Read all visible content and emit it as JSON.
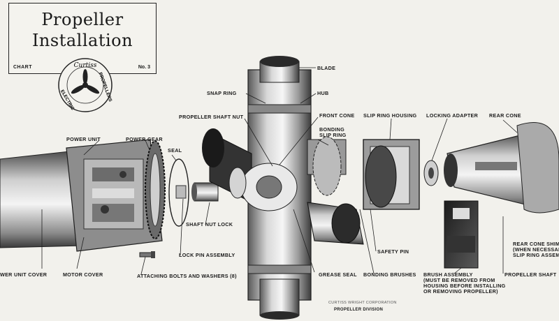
{
  "title": {
    "line1": "Propeller",
    "line2": "Installation",
    "chart_label": "CHART",
    "chart_number": "No. 3"
  },
  "logo": {
    "script_text": "Curtiss",
    "ring_text_left": "ELECTRIC",
    "ring_text_right": "PROPELLERS"
  },
  "labels": {
    "blade": "BLADE",
    "snap_ring": "SNAP RING",
    "hub": "HUB",
    "propeller_shaft_nut": "PROPELLER SHAFT NUT",
    "front_cone": "FRONT CONE",
    "bonding_slip_ring": "BONDING\nSLIP RING",
    "slip_ring_housing": "SLIP RING HOUSING",
    "locking_adapter": "LOCKING ADAPTER",
    "rear_cone": "REAR CONE",
    "power_unit": "POWER UNIT",
    "power_gear": "POWER GEAR",
    "seal": "SEAL",
    "shaft_nut_lock": "SHAFT NUT LOCK",
    "lock_pin_assembly": "LOCK PIN ASSEMBLY",
    "safety_pin": "SAFETY PIN",
    "power_unit_cover": "WER UNIT COVER",
    "motor_cover": "MOTOR COVER",
    "attaching_bolts": "ATTACHING BOLTS AND WASHERS (8)",
    "grease_seal": "GREASE SEAL",
    "bonding_brushes": "BONDING BRUSHES",
    "brush_assembly": "BRUSH ASSEMBLY\n(MUST BE REMOVED FROM\nHOUSING BEFORE INSTALLING\nOR REMOVING PROPELLER)",
    "propeller_shaft": "PROPELLER SHAFT",
    "rear_cone_shim": "REAR CONE SHIM\n(WHEN NECESSARY IN\nSLIP RING ASSEMBLY)"
  },
  "credit": {
    "line1": "CURTISS WRIGHT CORPORATION",
    "line2": "PROPELLER DIVISION"
  }
}
